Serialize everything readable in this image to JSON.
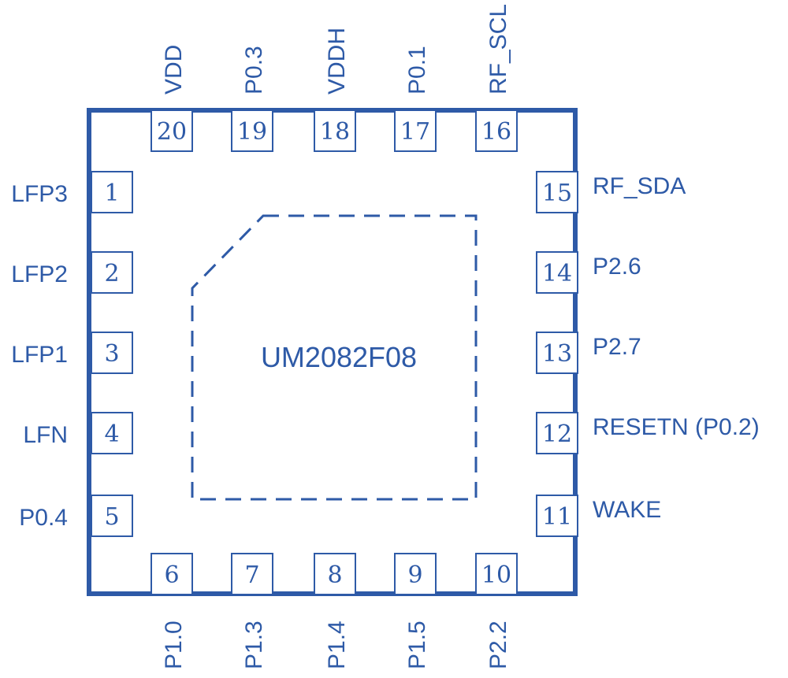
{
  "chip": {
    "name": "UM2082F08",
    "color": "#2e5aa7"
  },
  "pins": {
    "top": [
      {
        "num": "20",
        "label": "VDD"
      },
      {
        "num": "19",
        "label": "P0.3"
      },
      {
        "num": "18",
        "label": "VDDH"
      },
      {
        "num": "17",
        "label": "P0.1"
      },
      {
        "num": "16",
        "label": "RF_SCL"
      }
    ],
    "left": [
      {
        "num": "1",
        "label": "LFP3"
      },
      {
        "num": "2",
        "label": "LFP2"
      },
      {
        "num": "3",
        "label": "LFP1"
      },
      {
        "num": "4",
        "label": "LFN"
      },
      {
        "num": "5",
        "label": "P0.4"
      }
    ],
    "right": [
      {
        "num": "15",
        "label": "RF_SDA"
      },
      {
        "num": "14",
        "label": "P2.6"
      },
      {
        "num": "13",
        "label": "P2.7"
      },
      {
        "num": "12",
        "label": "RESETN (P0.2)"
      },
      {
        "num": "11",
        "label": "WAKE"
      }
    ],
    "bottom": [
      {
        "num": "6",
        "label": "P1.0"
      },
      {
        "num": "7",
        "label": "P1.3"
      },
      {
        "num": "8",
        "label": "P1.4"
      },
      {
        "num": "9",
        "label": "P1.5"
      },
      {
        "num": "10",
        "label": "P2.2"
      }
    ]
  }
}
